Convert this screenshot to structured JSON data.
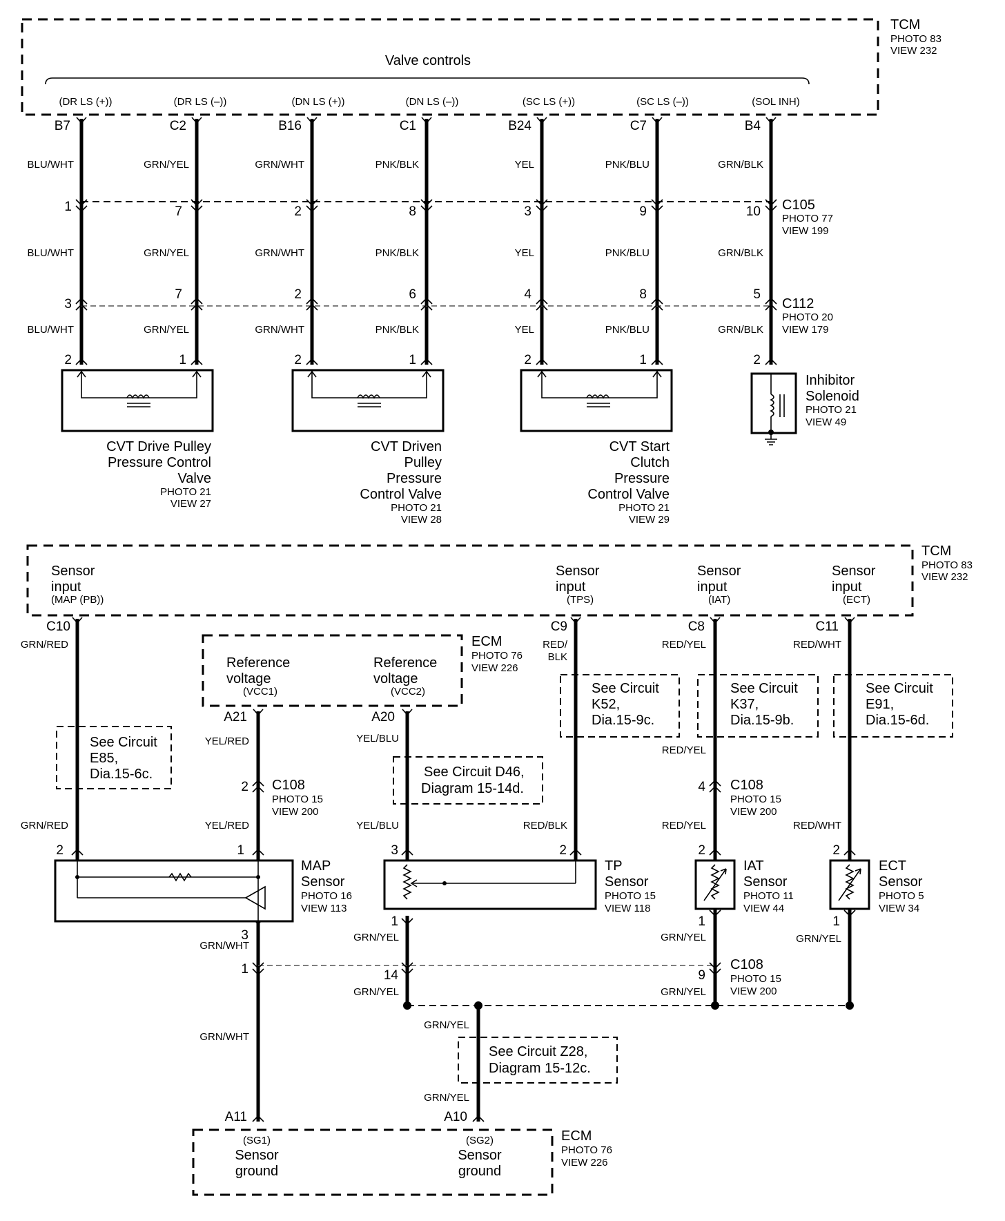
{
  "tcm_top": {
    "name": "TCM",
    "photo": "PHOTO 83",
    "view": "VIEW 232",
    "group_label": "Valve controls",
    "signals": [
      "(DR LS (+))",
      "(DR LS (–))",
      "(DN LS (+))",
      "(DN LS (–))",
      "(SC LS (+))",
      "(SC LS (–))",
      "(SOL INH)"
    ],
    "pins": [
      "B7",
      "C2",
      "B16",
      "C1",
      "B24",
      "C7",
      "B4"
    ]
  },
  "valve_wires": {
    "colors_upper": [
      "BLU/WHT",
      "GRN/YEL",
      "GRN/WHT",
      "PNK/BLK",
      "YEL",
      "PNK/BLU",
      "GRN/BLK"
    ],
    "colors_middle": [
      "BLU/WHT",
      "GRN/YEL",
      "GRN/WHT",
      "PNK/BLK",
      "YEL",
      "PNK/BLU",
      "GRN/BLK"
    ],
    "colors_lower": [
      "BLU/WHT",
      "GRN/YEL",
      "GRN/WHT",
      "PNK/BLK",
      "YEL",
      "PNK/BLU",
      "GRN/BLK"
    ],
    "c105_pins": [
      "1",
      "7",
      "2",
      "8",
      "3",
      "9",
      "10"
    ],
    "c112_pins": [
      "3",
      "7",
      "2",
      "6",
      "4",
      "8",
      "5"
    ],
    "component_pins": [
      "2",
      "1",
      "2",
      "1",
      "2",
      "1",
      "2"
    ]
  },
  "connectors_top": {
    "c105": {
      "name": "C105",
      "photo": "PHOTO 77",
      "view": "VIEW 199"
    },
    "c112": {
      "name": "C112",
      "photo": "PHOTO 20",
      "view": "VIEW 179"
    }
  },
  "valves": [
    {
      "lines": [
        "CVT Drive Pulley",
        "Pressure Control",
        "Valve"
      ],
      "photo": "PHOTO 21",
      "view": "VIEW 27"
    },
    {
      "lines": [
        "CVT Driven",
        "Pulley",
        "Pressure",
        "Control Valve"
      ],
      "photo": "PHOTO 21",
      "view": "VIEW 28"
    },
    {
      "lines": [
        "CVT Start",
        "Clutch",
        "Pressure",
        "Control Valve"
      ],
      "photo": "PHOTO 21",
      "view": "VIEW 29"
    }
  ],
  "inhibitor": {
    "lines": [
      "Inhibitor",
      "Solenoid"
    ],
    "photo": "PHOTO 21",
    "view": "VIEW 49"
  },
  "tcm_bottom": {
    "name": "TCM",
    "photo": "PHOTO 83",
    "view": "VIEW 232",
    "inputs": [
      {
        "line1": "Sensor",
        "line2": "input",
        "sub": "(MAP (PB))",
        "pin": "C10"
      },
      {
        "line1": "Sensor",
        "line2": "input",
        "sub": "(TPS)",
        "pin": "C9"
      },
      {
        "line1": "Sensor",
        "line2": "input",
        "sub": "(IAT)",
        "pin": "C8"
      },
      {
        "line1": "Sensor",
        "line2": "input",
        "sub": "(ECT)",
        "pin": "C11"
      }
    ]
  },
  "ecm_ref": {
    "name": "ECM",
    "photo": "PHOTO 76",
    "view": "VIEW 226",
    "ref1": {
      "line1": "Reference",
      "line2": "voltage",
      "sub": "(VCC1)",
      "pin": "A21"
    },
    "ref2": {
      "line1": "Reference",
      "line2": "voltage",
      "sub": "(VCC2)",
      "pin": "A20"
    }
  },
  "sensor_wires": {
    "map_sig_upper": "GRN/RED",
    "map_sig_lower": "GRN/RED",
    "tps_sig_upper_1": "RED/",
    "tps_sig_upper_2": "BLK",
    "tps_sig_lower": "RED/BLK",
    "iat_upper": "RED/YEL",
    "iat_mid": "RED/YEL",
    "iat_lower": "RED/YEL",
    "ect_upper": "RED/WHT",
    "ect_lower": "RED/WHT",
    "vcc1_upper": "YEL/RED",
    "vcc1_lower": "YEL/RED",
    "vcc2_upper": "YEL/BLU",
    "vcc2_lower": "YEL/BLU",
    "map_gnd_1": "GRN/WHT",
    "map_gnd_2": "GRN/WHT",
    "tp_gnd_1": "GRN/YEL",
    "tp_gnd_2": "GRN/YEL",
    "iat_gnd_1": "GRN/YEL",
    "iat_gnd_2": "GRN/YEL",
    "ect_gnd": "GRN/YEL",
    "sg2_upper": "GRN/YEL",
    "sg2_lower": "GRN/YEL"
  },
  "see_circuits": [
    {
      "line1": "See Circuit",
      "line2": "E85,",
      "line3": "Dia.15-6c."
    },
    {
      "line1": "See Circuit",
      "line2": "K52,",
      "line3": "Dia.15-9c."
    },
    {
      "line1": "See Circuit",
      "line2": "K37,",
      "line3": "Dia.15-9b."
    },
    {
      "line1": "See Circuit",
      "line2": "E91,",
      "line3": "Dia.15-6d."
    },
    {
      "line1": "See Circuit D46,",
      "line2": "Diagram 15-14d."
    },
    {
      "line1": "See Circuit Z28,",
      "line2": "Diagram 15-12c."
    }
  ],
  "c108": {
    "name": "C108",
    "photo": "PHOTO 15",
    "view": "VIEW 200"
  },
  "c108_pins": {
    "vcc1": "2",
    "iat": "4",
    "map_gnd": "1",
    "tp_gnd": "14",
    "iat_gnd": "9"
  },
  "sensors": [
    {
      "line1": "MAP",
      "line2": "Sensor",
      "photo": "PHOTO 16",
      "view": "VIEW 113",
      "pins": [
        "2",
        "1",
        "3"
      ]
    },
    {
      "line1": "TP",
      "line2": "Sensor",
      "photo": "PHOTO 15",
      "view": "VIEW 118",
      "pins": [
        "3",
        "2",
        "1"
      ]
    },
    {
      "line1": "IAT",
      "line2": "Sensor",
      "photo": "PHOTO 11",
      "view": "VIEW 44",
      "pins": [
        "2",
        "1"
      ]
    },
    {
      "line1": "ECT",
      "line2": "Sensor",
      "photo": "PHOTO 5",
      "view": "VIEW 34",
      "pins": [
        "2",
        "1"
      ]
    }
  ],
  "ecm_gnd": {
    "name": "ECM",
    "photo": "PHOTO 76",
    "view": "VIEW 226",
    "sg1": {
      "sub": "(SG1)",
      "line1": "Sensor",
      "line2": "ground",
      "pin": "A11"
    },
    "sg2": {
      "sub": "(SG2)",
      "line1": "Sensor",
      "line2": "ground",
      "pin": "A10"
    }
  }
}
